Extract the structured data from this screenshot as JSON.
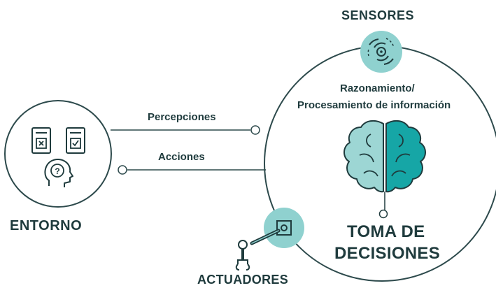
{
  "labels": {
    "sensores": "SENSORES",
    "razonamiento": "Razonamiento/",
    "procesamiento": "Procesamiento de información",
    "percepciones": "Percepciones",
    "acciones": "Acciones",
    "entorno": "ENTORNO",
    "toma_de": "TOMA DE",
    "decisiones": "DECISIONES",
    "actuadores": "ACTUADORES"
  },
  "colors": {
    "ink": "#1f3b3d",
    "teal_light": "#8fd1cf",
    "teal_brain_left": "#9dd6d4",
    "teal_brain_right": "#16a6a6",
    "line": "#2d4a4c"
  },
  "icons": {
    "sensor": "radar-target-icon",
    "brain": "brain-icon",
    "environment": "documents-question-head-icon",
    "actuator": "robot-arm-icon"
  }
}
